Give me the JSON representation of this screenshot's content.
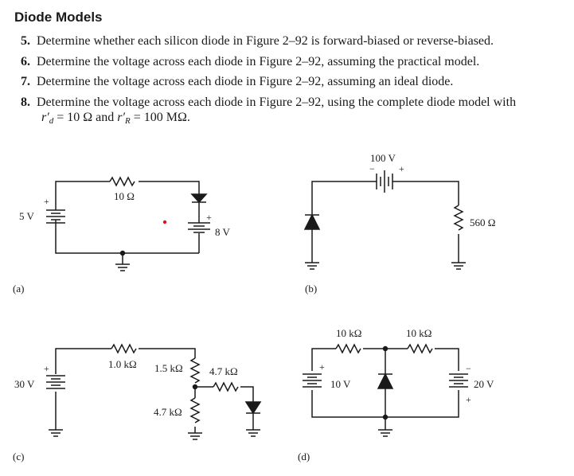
{
  "heading": "Diode Models",
  "problems": [
    {
      "num": "5.",
      "text": "Determine whether each silicon diode in Figure 2–92 is forward-biased or reverse-biased."
    },
    {
      "num": "6.",
      "text": "Determine the voltage across each diode in Figure 2–92, assuming the practical model."
    },
    {
      "num": "7.",
      "text": "Determine the voltage across each diode in Figure 2–92, assuming an ideal diode."
    },
    {
      "num": "8.",
      "text": "Determine the voltage across each diode in Figure 2–92, using the complete diode model with",
      "eq_pre_a": "r′",
      "eq_sub_a": "d",
      "eq_mid": " = 10 Ω and ",
      "eq_pre_b": "r′",
      "eq_sub_b": "R",
      "eq_post": " = 100 MΩ."
    }
  ],
  "figure": {
    "a": {
      "label": "(a)",
      "source": "5 V",
      "resistor": "10 Ω",
      "battery": "8 V",
      "plus": "+"
    },
    "b": {
      "label": "(b)",
      "source": "100 V",
      "resistor": "560 Ω",
      "minus": "−",
      "plus": "+"
    },
    "c": {
      "label": "(c)",
      "source": "30 V",
      "r1": "1.0 kΩ",
      "r2": "1.5 kΩ",
      "r3": "4.7 kΩ",
      "r4": "4.7 kΩ",
      "plus": "+"
    },
    "d": {
      "label": "(d)",
      "r1": "10 kΩ",
      "r2": "10 kΩ",
      "battery1": "10 V",
      "battery2": "20 V",
      "plus": "+",
      "minus": "−"
    }
  },
  "colors": {
    "ink": "#1a1a1a",
    "dot": "#e0101a"
  }
}
